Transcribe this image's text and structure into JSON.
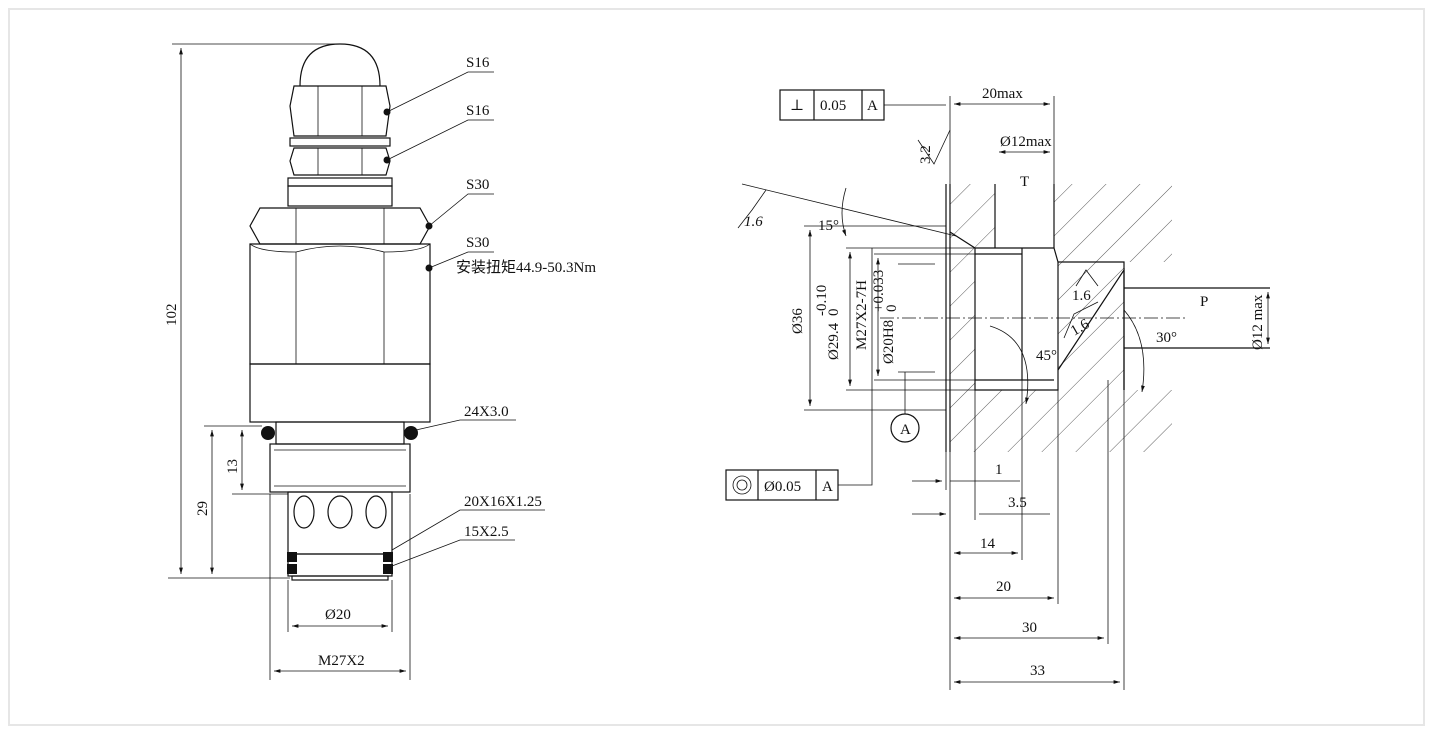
{
  "left": {
    "overall_height": "102",
    "thread_length": "29",
    "undercut": "13",
    "bore_dia": "Ø20",
    "thread": "M27X2",
    "callouts": [
      "S16",
      "S16",
      "S30",
      "S30",
      "24X3.0",
      "20X16X1.25",
      "15X2.5"
    ],
    "torque": "安装扭矩44.9-50.3Nm"
  },
  "right": {
    "fcf_perp": {
      "symbol": "⊥",
      "tol": "0.05",
      "datum": "A"
    },
    "fcf_conc": {
      "symbol": "◎",
      "tol": "Ø0.05",
      "datum": "A"
    },
    "dim_20max": "20max",
    "dim_12max": "Ø12max",
    "port_t": "T",
    "port_p": "P",
    "dim_12max_p": "Ø12 max",
    "rough_32": "3.2",
    "rough_16a": "1.6",
    "rough_16b": "1.6",
    "rough_16c": "1.6",
    "angle_15": "15°",
    "angle_45": "45°",
    "angle_30": "30°",
    "dia_36": "Ø36",
    "dia_294": "Ø29.4",
    "tol_294_up": "-0.10",
    "tol_294_dn": "0",
    "thread_spec": "M27X2-7H",
    "dia_20h8": "Ø20H8",
    "tol_20_up": "+0.033",
    "tol_20_dn": "0",
    "datum_a": "A",
    "dims": [
      "1",
      "3.5",
      "14",
      "20",
      "30",
      "33"
    ]
  }
}
